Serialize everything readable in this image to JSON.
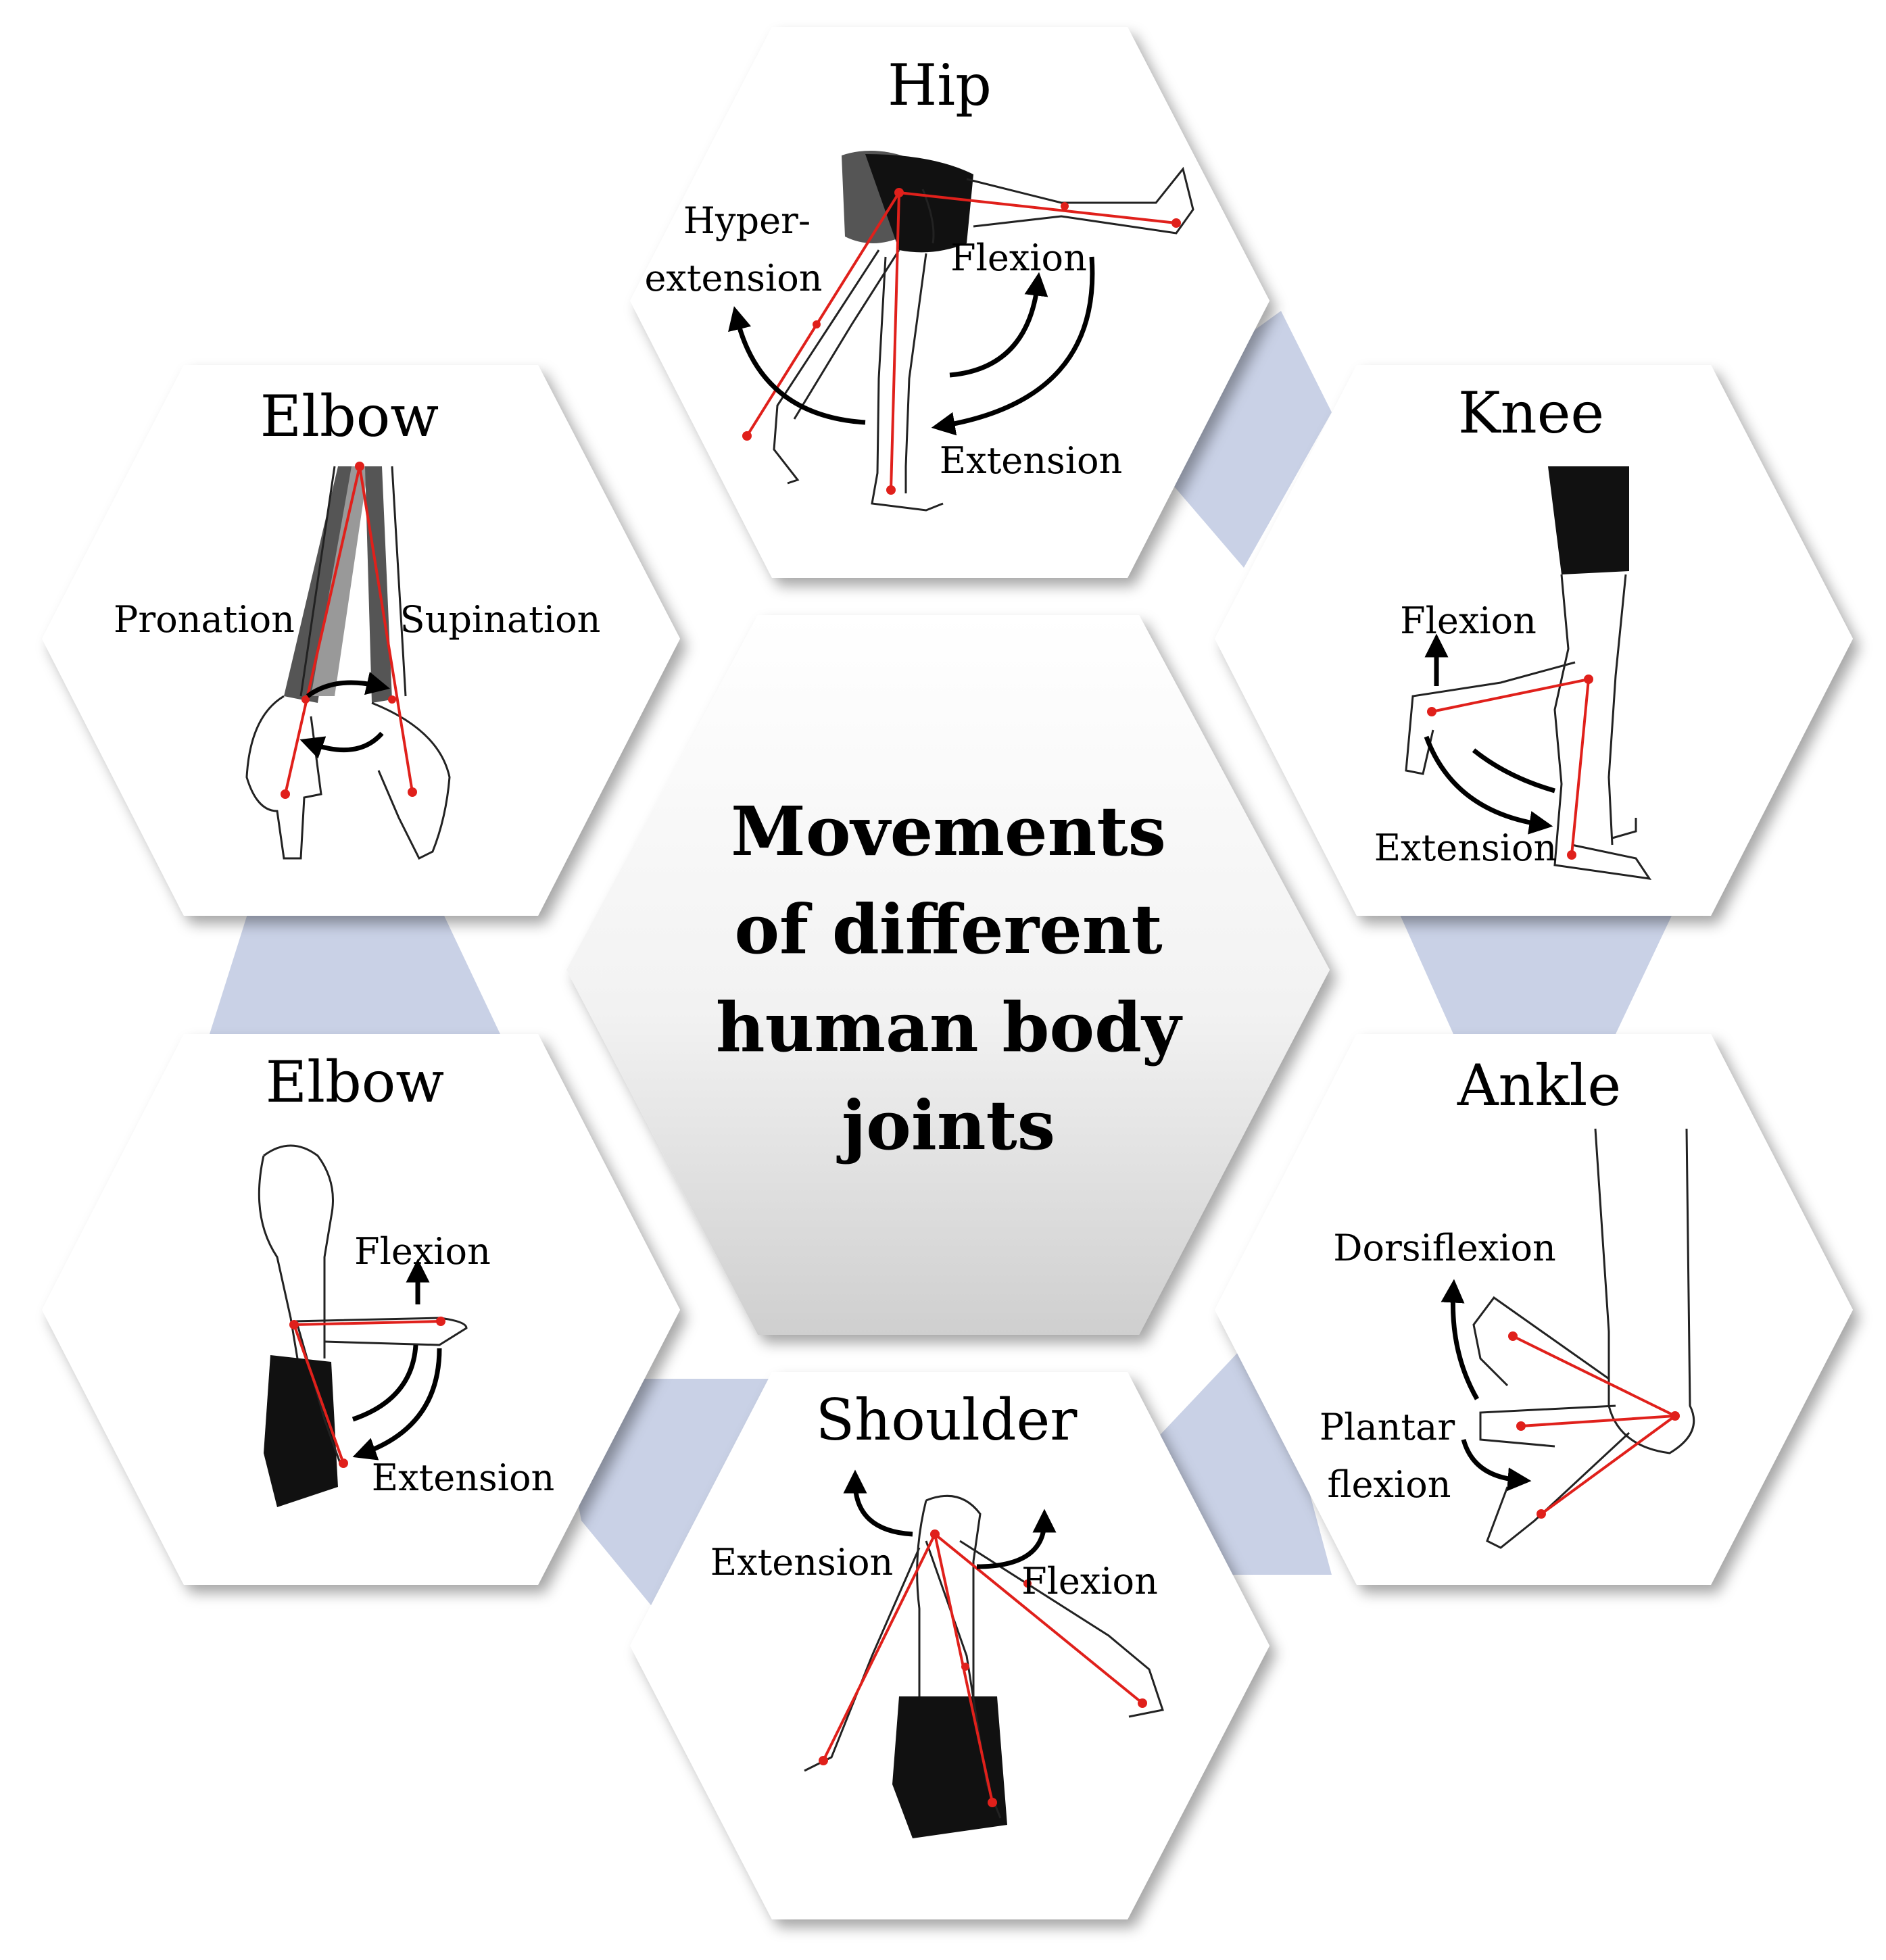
{
  "center": {
    "line1": "Movements",
    "line2": "of different",
    "line3": "human body",
    "line4": "joints"
  },
  "hip": {
    "title": "Hip",
    "hyper1": "Hyper-",
    "hyper2": "extension",
    "flexion": "Flexion",
    "extension": "Extension"
  },
  "elbow_top": {
    "title": "Elbow",
    "pronation": "Pronation",
    "supination": "Supination"
  },
  "knee": {
    "title": "Knee",
    "flexion": "Flexion",
    "extension": "Extension"
  },
  "elbow_bottom": {
    "title": "Elbow",
    "flexion": "Flexion",
    "extension": "Extension"
  },
  "ankle": {
    "title": "Ankle",
    "dorsiflexion": "Dorsiflexion",
    "plantar1": "Plantar",
    "plantar2": "flexion"
  },
  "shoulder": {
    "title": "Shoulder",
    "extension": "Extension",
    "flexion": "Flexion"
  },
  "colors": {
    "connector": "#c9d1e6",
    "joint_line": "#e0201b",
    "hex_fill": "#ffffff",
    "center_gradient_top": "#ffffff",
    "center_gradient_bottom": "#d6d6d6"
  }
}
